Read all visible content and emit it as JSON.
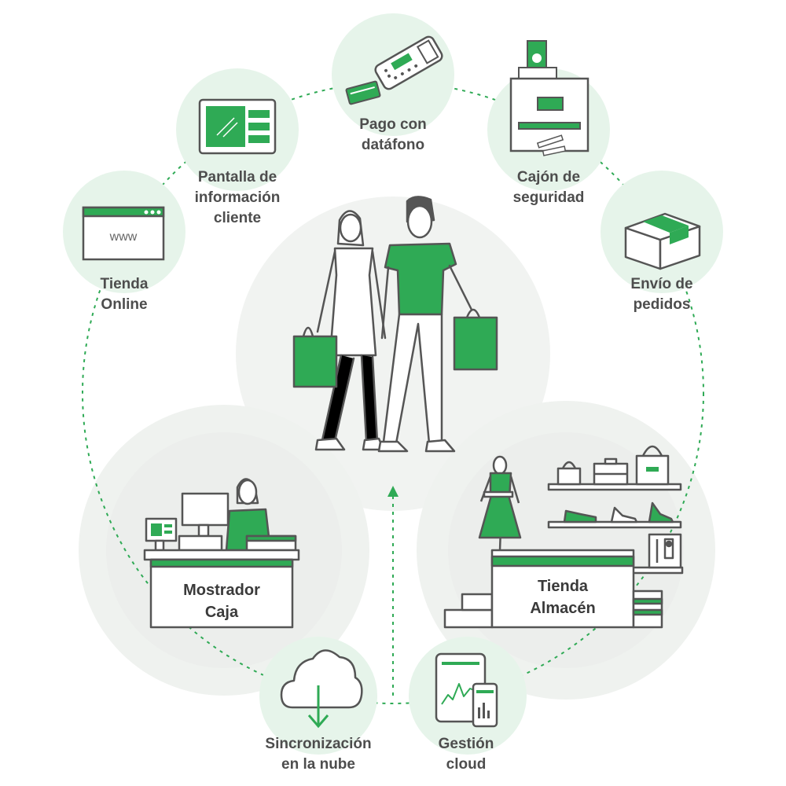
{
  "colors": {
    "accent": "#2faa55",
    "outline": "#555555",
    "bubble": "#e6f4ea",
    "zone": "#eef1ee",
    "label": "#4d4d4d",
    "dashes": "#2faa55"
  },
  "nodes": {
    "online": {
      "lines": [
        "Tienda",
        "Online"
      ],
      "icon": "browser-window-icon",
      "url_text": "www"
    },
    "display": {
      "lines": [
        "Pantalla de",
        "información",
        "cliente"
      ],
      "icon": "customer-display-icon"
    },
    "payment": {
      "lines": [
        "Pago con",
        "datáfono"
      ],
      "icon": "card-terminal-icon"
    },
    "safe": {
      "lines": [
        "Cajón de",
        "seguridad"
      ],
      "icon": "cash-drawer-icon"
    },
    "shipping": {
      "lines": [
        "Envío de",
        "pedidos"
      ],
      "icon": "package-box-icon"
    },
    "counter": {
      "lines": [
        "Mostrador",
        "Caja"
      ],
      "icon": "checkout-counter-icon"
    },
    "store": {
      "lines": [
        "Tienda",
        "Almacén"
      ],
      "icon": "shop-shelves-icon"
    },
    "cloud_sync": {
      "lines": [
        "Sincronización",
        "en la nube"
      ],
      "icon": "cloud-download-icon"
    },
    "cloud_mgmt": {
      "lines": [
        "Gestión",
        "cloud"
      ],
      "icon": "tablet-phone-chart-icon"
    }
  },
  "center": {
    "icon": "shoppers-couple-icon"
  }
}
